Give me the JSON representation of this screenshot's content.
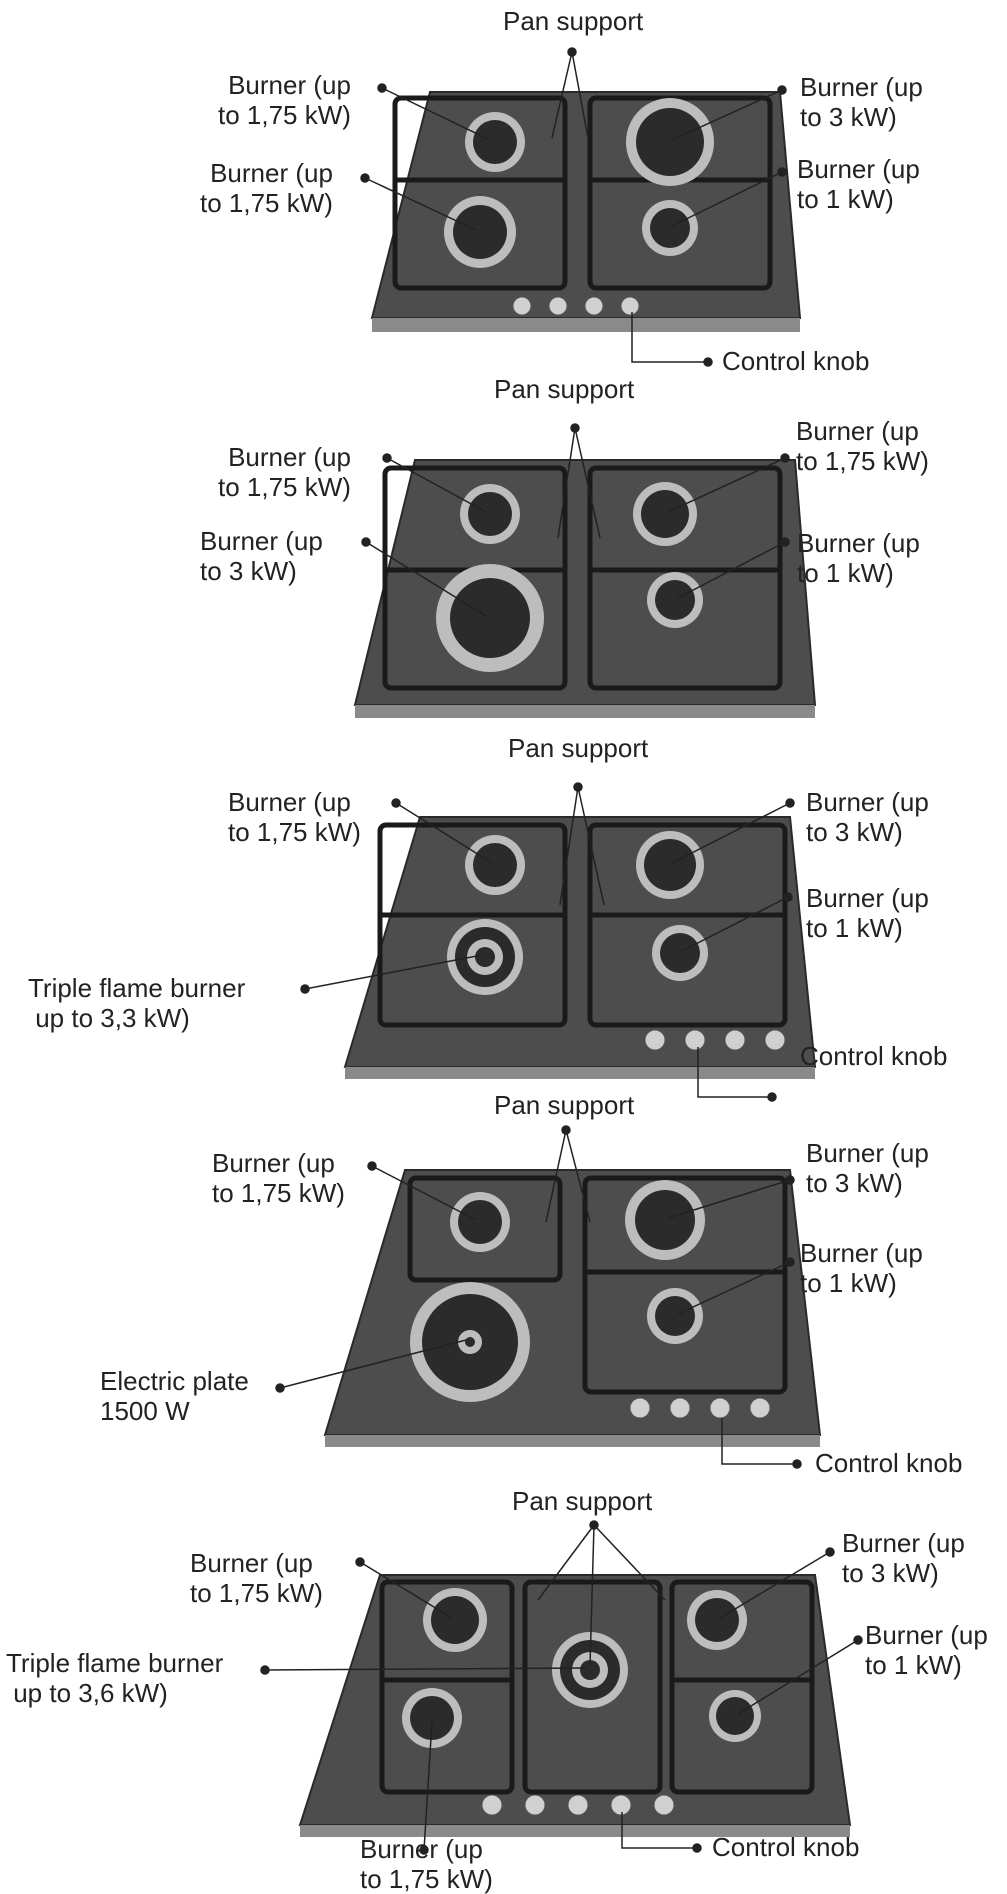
{
  "panels": [
    {
      "labels": {
        "pan_support": "Pan support",
        "burner_tl": "Burner (up\nto 1,75 kW)",
        "burner_ml": "Burner (up\nto 1,75 kW)",
        "burner_tr": "Burner (up\nto 3 kW)",
        "burner_mr": "Burner (up\nto 1 kW)",
        "control_knob": "Control knob"
      }
    },
    {
      "labels": {
        "pan_support": "Pan support",
        "burner_tl": "Burner (up\nto 1,75 kW)",
        "burner_ml": "Burner (up\nto 3 kW)",
        "burner_tr": "Burner (up\nto 1,75 kW)",
        "burner_mr": "Burner (up\nto 1 kW)"
      }
    },
    {
      "labels": {
        "pan_support": "Pan support",
        "burner_tl": "Burner (up\nto 1,75 kW)",
        "burner_tr": "Burner (up\nto 3 kW)",
        "burner_mr": "Burner (up\nto 1 kW)",
        "triple_flame": "Triple flame burner\n up to 3,3 kW)",
        "control_knob": "Control knob"
      }
    },
    {
      "labels": {
        "pan_support": "Pan support",
        "burner_tl": "Burner (up\nto 1,75 kW)",
        "burner_tr": "Burner (up\nto 3 kW)",
        "burner_mr": "Burner (up\nto 1 kW)",
        "electric_plate": "Electric plate\n1500 W",
        "control_knob": "Control knob"
      }
    },
    {
      "labels": {
        "pan_support": "Pan support",
        "burner_tl": "Burner (up\nto 1,75 kW)",
        "burner_tr": "Burner (up\nto 3 kW)",
        "burner_mr": "Burner (up\nto 1 kW)",
        "triple_flame": "Triple flame burner\n up to 3,6 kW)",
        "burner_bottom": "Burner (up\nto 1,75 kW)",
        "control_knob": "Control knob"
      }
    }
  ]
}
